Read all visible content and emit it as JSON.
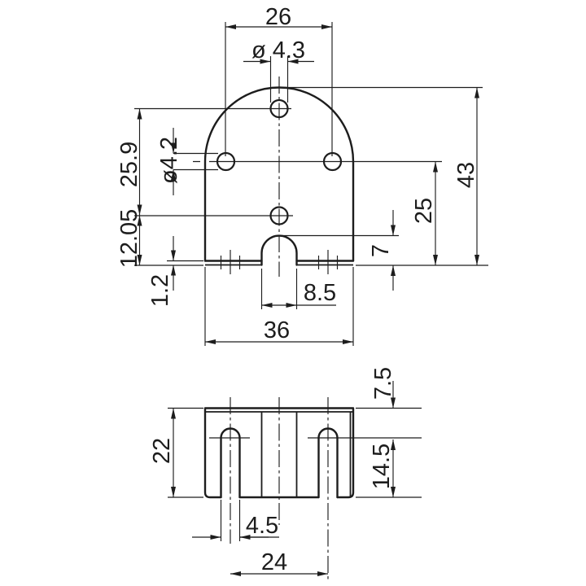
{
  "colors": {
    "background": "#ffffff",
    "line": "#1d1d1d"
  },
  "top_view": {
    "hole_pitch": "26",
    "top_hole_diameter": "ø 4.3",
    "upper_hole_offset": "25.9",
    "side_hole_diameter": "ø4.2",
    "center_hole_to_bottom": "12.05",
    "tab_protrusion": "1.2",
    "side_hole_to_bottom": "25",
    "notch_height": "7",
    "overall_height": "43",
    "notch_width": "8.5",
    "overall_width": "36"
  },
  "front_view": {
    "overall_height": "22",
    "slot_top_offset": "7.5",
    "slot_depth": "14.5",
    "slot_width": "4.5",
    "slot_pitch": "24"
  }
}
